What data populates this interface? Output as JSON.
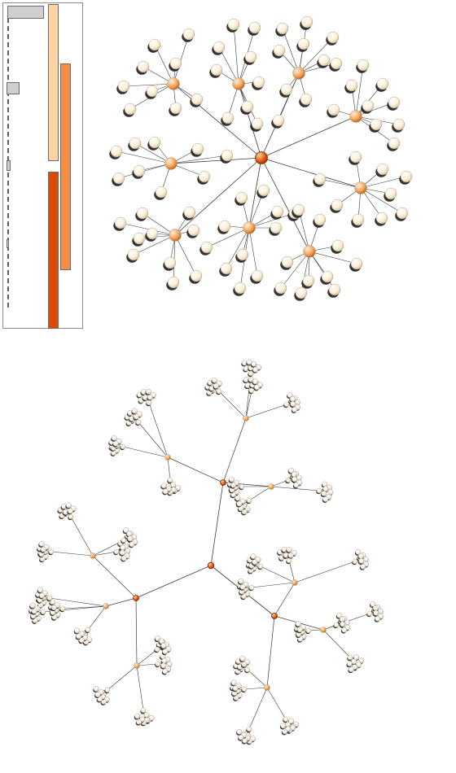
{
  "colors": {
    "background": "#ffffff",
    "edge": "#3c3c3c",
    "panel_border": "#8c8c8c",
    "level_0": "#e35a0f",
    "level_1": "#f3a35c",
    "leaf": "#fdf0d8",
    "leaf_shadow": "#b9b2a6",
    "bar_grey": "#cfcfcf",
    "bar_light": "#ffd3a2",
    "bar_mid": "#f48d45",
    "bar_dark": "#dc4c07"
  },
  "legend": {
    "bars": [
      {
        "tone": "grey",
        "value": 0.46
      },
      {
        "tone": "grey",
        "value": 0.16
      },
      {
        "tone": "grey",
        "value": 0.05
      },
      {
        "tone": "grey",
        "value": 0.02
      },
      {
        "tone": "light",
        "value": 0.48
      },
      {
        "tone": "mid",
        "value": 0.63
      },
      {
        "tone": "dark",
        "value": 0.48
      }
    ]
  },
  "radial_graph": {
    "hubs": [
      {
        "leaves": 8
      },
      {
        "leaves": 9
      },
      {
        "leaves": 9
      },
      {
        "leaves": 7
      },
      {
        "leaves": 10
      },
      {
        "leaves": 9
      },
      {
        "leaves": 11
      },
      {
        "leaves": 8
      },
      {
        "leaves": 8
      }
    ]
  },
  "tree_graph": {
    "depth": 4,
    "branching": [
      3,
      3,
      3,
      4
    ]
  }
}
